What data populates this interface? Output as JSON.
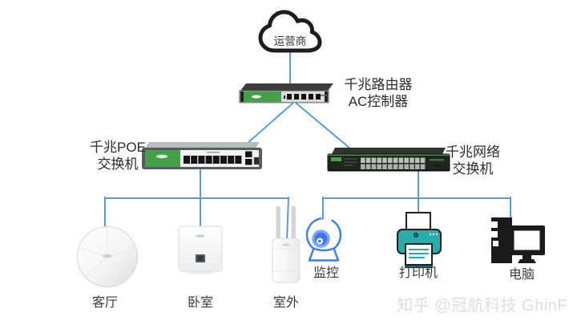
{
  "topology": {
    "cloud_label": "运营商",
    "router_label": [
      "千兆路由器",
      "AC控制器"
    ],
    "poe_label": [
      "千兆POE",
      "交换机"
    ],
    "net_label": [
      "千兆网络",
      "交换机"
    ],
    "endpoints": [
      {
        "name": "ceiling-ap",
        "label": "客厅"
      },
      {
        "name": "wall-ap",
        "label": "卧室"
      },
      {
        "name": "outdoor-ap",
        "label": "室外"
      },
      {
        "name": "camera",
        "label": "监控"
      },
      {
        "name": "printer",
        "label": "打印机"
      },
      {
        "name": "computer",
        "label": "电脑"
      }
    ],
    "watermark": "知乎 @冠航科技 GhinF",
    "icons": [
      "cloud-icon",
      "router-icon",
      "poe-switch-icon",
      "network-switch-icon",
      "ceiling-ap-icon",
      "wall-ap-icon",
      "outdoor-ap-icon",
      "camera-icon",
      "printer-icon",
      "computer-icon"
    ],
    "colors": {
      "line_blue": "#5b9bd5",
      "device_green": "#45a049",
      "camera_blue": "#3b7cf0",
      "printer_teal": "#2aacac",
      "switch_dark": "#20261e",
      "watermark_gray": "#e3e1df"
    }
  }
}
